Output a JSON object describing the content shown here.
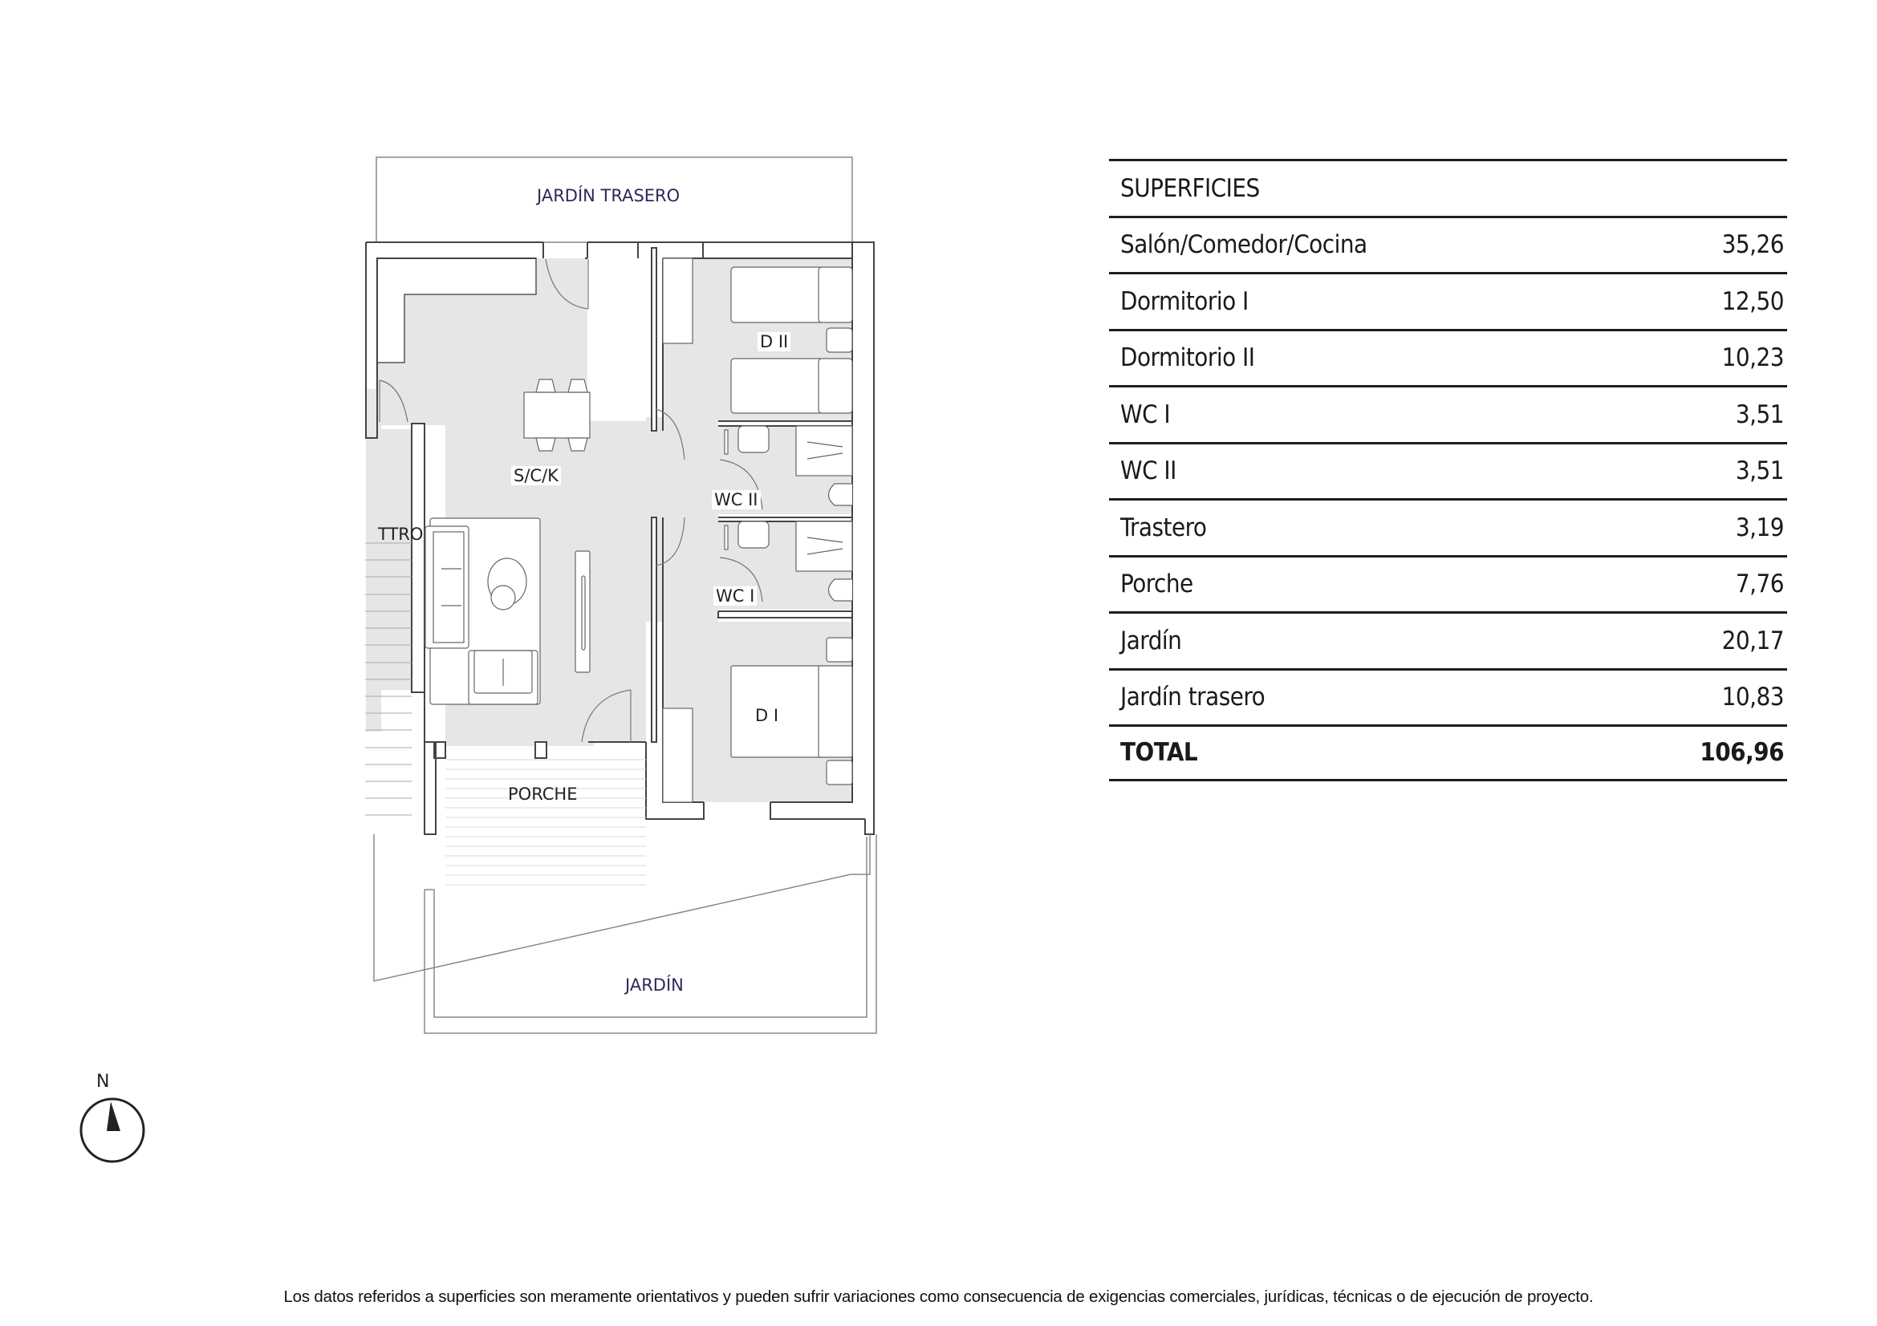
{
  "plan": {
    "rooms": {
      "back_garden": "JARDÍN TRASERO",
      "bedroom_2": "D II",
      "living_kitchen": "S/C/K",
      "storage": "TTRO",
      "wc_2": "WC II",
      "wc_1": "WC I",
      "bedroom_1": "D I",
      "porch": "PORCHE",
      "garden": "JARDÍN"
    },
    "compass": {
      "label": "N",
      "icon": "north-arrow-icon"
    }
  },
  "areas_table": {
    "title": "SUPERFICIES",
    "rows": [
      {
        "label": "Salón/Comedor/Cocina",
        "value": "35,26"
      },
      {
        "label": "Dormitorio I",
        "value": "12,50"
      },
      {
        "label": "Dormitorio II",
        "value": "10,23"
      },
      {
        "label": "WC I",
        "value": "3,51"
      },
      {
        "label": "WC II",
        "value": "3,51"
      },
      {
        "label": "Trastero",
        "value": "3,19"
      },
      {
        "label": "Porche",
        "value": "7,76"
      },
      {
        "label": "Jardín",
        "value": "20,17"
      },
      {
        "label": "Jardín trasero",
        "value": "10,83"
      }
    ],
    "total": {
      "label": "TOTAL",
      "value": "106,96"
    }
  },
  "footer": {
    "disclaimer": "Los datos referidos a superficies son meramente orientativos y pueden sufrir variaciones como consecuencia de exigencias comerciales, jurídicas, técnicas o de ejecución de proyecto."
  }
}
